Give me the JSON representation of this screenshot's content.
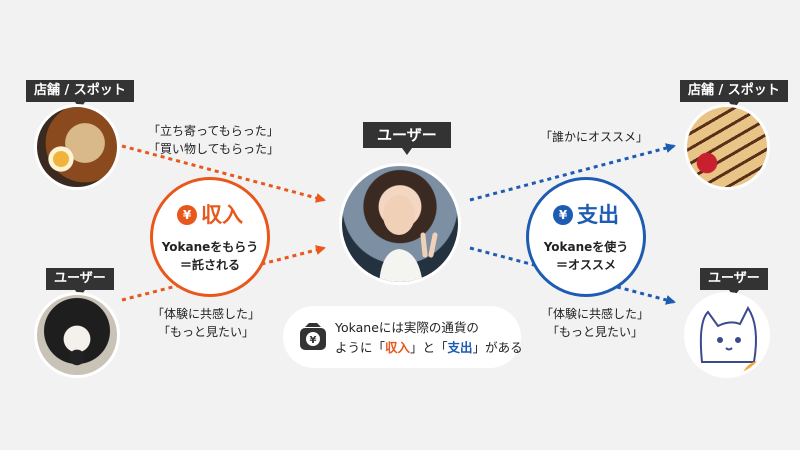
{
  "colors": {
    "income": "#e8581c",
    "expense": "#1e5cb3",
    "tag": "#333333",
    "background": "#f2f2f2"
  },
  "center": {
    "tag": "ユーザー"
  },
  "left_top": {
    "tag": "店舗 / スポット",
    "note_line1": "「立ち寄ってもらった」",
    "note_line2": "「買い物してもらった」"
  },
  "left_bottom": {
    "tag": "ユーザー",
    "note_line1": "「体験に共感した」",
    "note_line2": "「もっと見たい」"
  },
  "right_top": {
    "tag": "店舗 / スポット",
    "note_line1": "「誰かにオススメ」"
  },
  "right_bottom": {
    "tag": "ユーザー",
    "note_line1": "「体験に共感した」",
    "note_line2": "「もっと見たい」"
  },
  "income": {
    "title": "収入",
    "line1": "Yokaneをもらう",
    "line2": "＝託される"
  },
  "expense": {
    "title": "支出",
    "line1": "Yokaneを使う",
    "line2": "＝オススメ"
  },
  "callout": {
    "line1": "Yokaneには実際の通貨の",
    "line2_prefix": "ように「",
    "line2_income": "収入",
    "line2_mid": "」と「",
    "line2_expense": "支出",
    "line2_suffix": "」がある"
  },
  "icons": [
    "yen-badge-icon",
    "wallet-icon",
    "arrow-icon"
  ]
}
